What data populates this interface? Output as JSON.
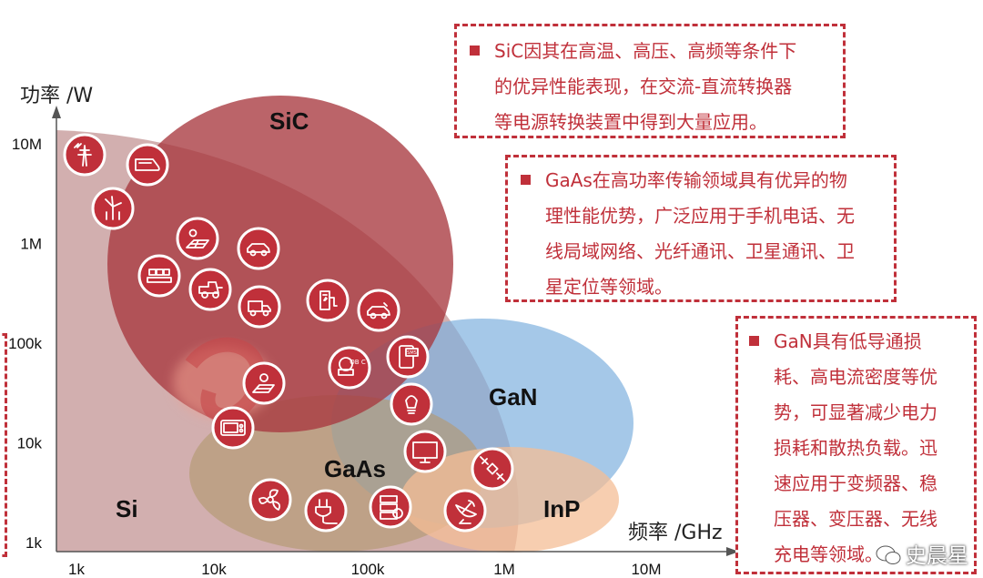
{
  "chart_data": {
    "type": "bubble-region",
    "ylabel": "功率 /W",
    "xlabel": "频率 /GHz",
    "y_ticks": [
      {
        "label": "10M",
        "y": 10000000
      },
      {
        "label": "1M",
        "y": 1000000
      },
      {
        "label": "100k",
        "y": 100000
      },
      {
        "label": "10k",
        "y": 10000
      },
      {
        "label": "1k",
        "y": 1000
      }
    ],
    "x_ticks": [
      "1k",
      "10k",
      "100k",
      "1M",
      "10M"
    ],
    "regions": [
      {
        "name": "Si",
        "color": "#caa1a1"
      },
      {
        "name": "SiC",
        "color": "#b04e53"
      },
      {
        "name": "GaN",
        "color": "#a3c4e4"
      },
      {
        "name": "GaAs",
        "color": "#bca581"
      },
      {
        "name": "InP",
        "color": "#f2c4a1"
      }
    ]
  },
  "icons": [
    {
      "name": "power-tower-icon"
    },
    {
      "name": "high-speed-train-icon"
    },
    {
      "name": "wind-turbine-icon"
    },
    {
      "name": "solar-panel-icon"
    },
    {
      "name": "car-icon"
    },
    {
      "name": "factory-conveyor-icon"
    },
    {
      "name": "harvester-icon"
    },
    {
      "name": "truck-icon"
    },
    {
      "name": "charging-station-icon"
    },
    {
      "name": "electric-car-icon"
    },
    {
      "name": "sms-phone-icon"
    },
    {
      "name": "obc-charger-icon",
      "label": "OB C"
    },
    {
      "name": "solar-panel-small-icon"
    },
    {
      "name": "led-bulb-icon"
    },
    {
      "name": "microwave-icon"
    },
    {
      "name": "monitor-icon"
    },
    {
      "name": "satellite-icon"
    },
    {
      "name": "fan-icon"
    },
    {
      "name": "plug-icon"
    },
    {
      "name": "server-icon"
    },
    {
      "name": "satellite-dish-icon"
    }
  ],
  "notes": {
    "sic": [
      "SiC因其在高温、高压、高频等条件下",
      "的优异性能表现，在交流-直流转换器",
      "等电源转换装置中得到大量应用。"
    ],
    "gaas": [
      "GaAs在高功率传输领域具有优异的物",
      "理性能优势，广泛应用于手机电话、无",
      "线局域网络、光纤通讯、卫星通讯、卫",
      "星定位等领域。"
    ],
    "gan": [
      "GaN具有低导通损",
      "耗、高电流密度等优",
      "势，可显著减少电力",
      "损耗和散热负载。迅",
      "速应用于变频器、稳",
      "压器、变压器、无线",
      "充电等领域。"
    ]
  },
  "watermark": "史晨星",
  "colors": {
    "accent": "#c0303a",
    "icon_bg": "#c0303a"
  }
}
